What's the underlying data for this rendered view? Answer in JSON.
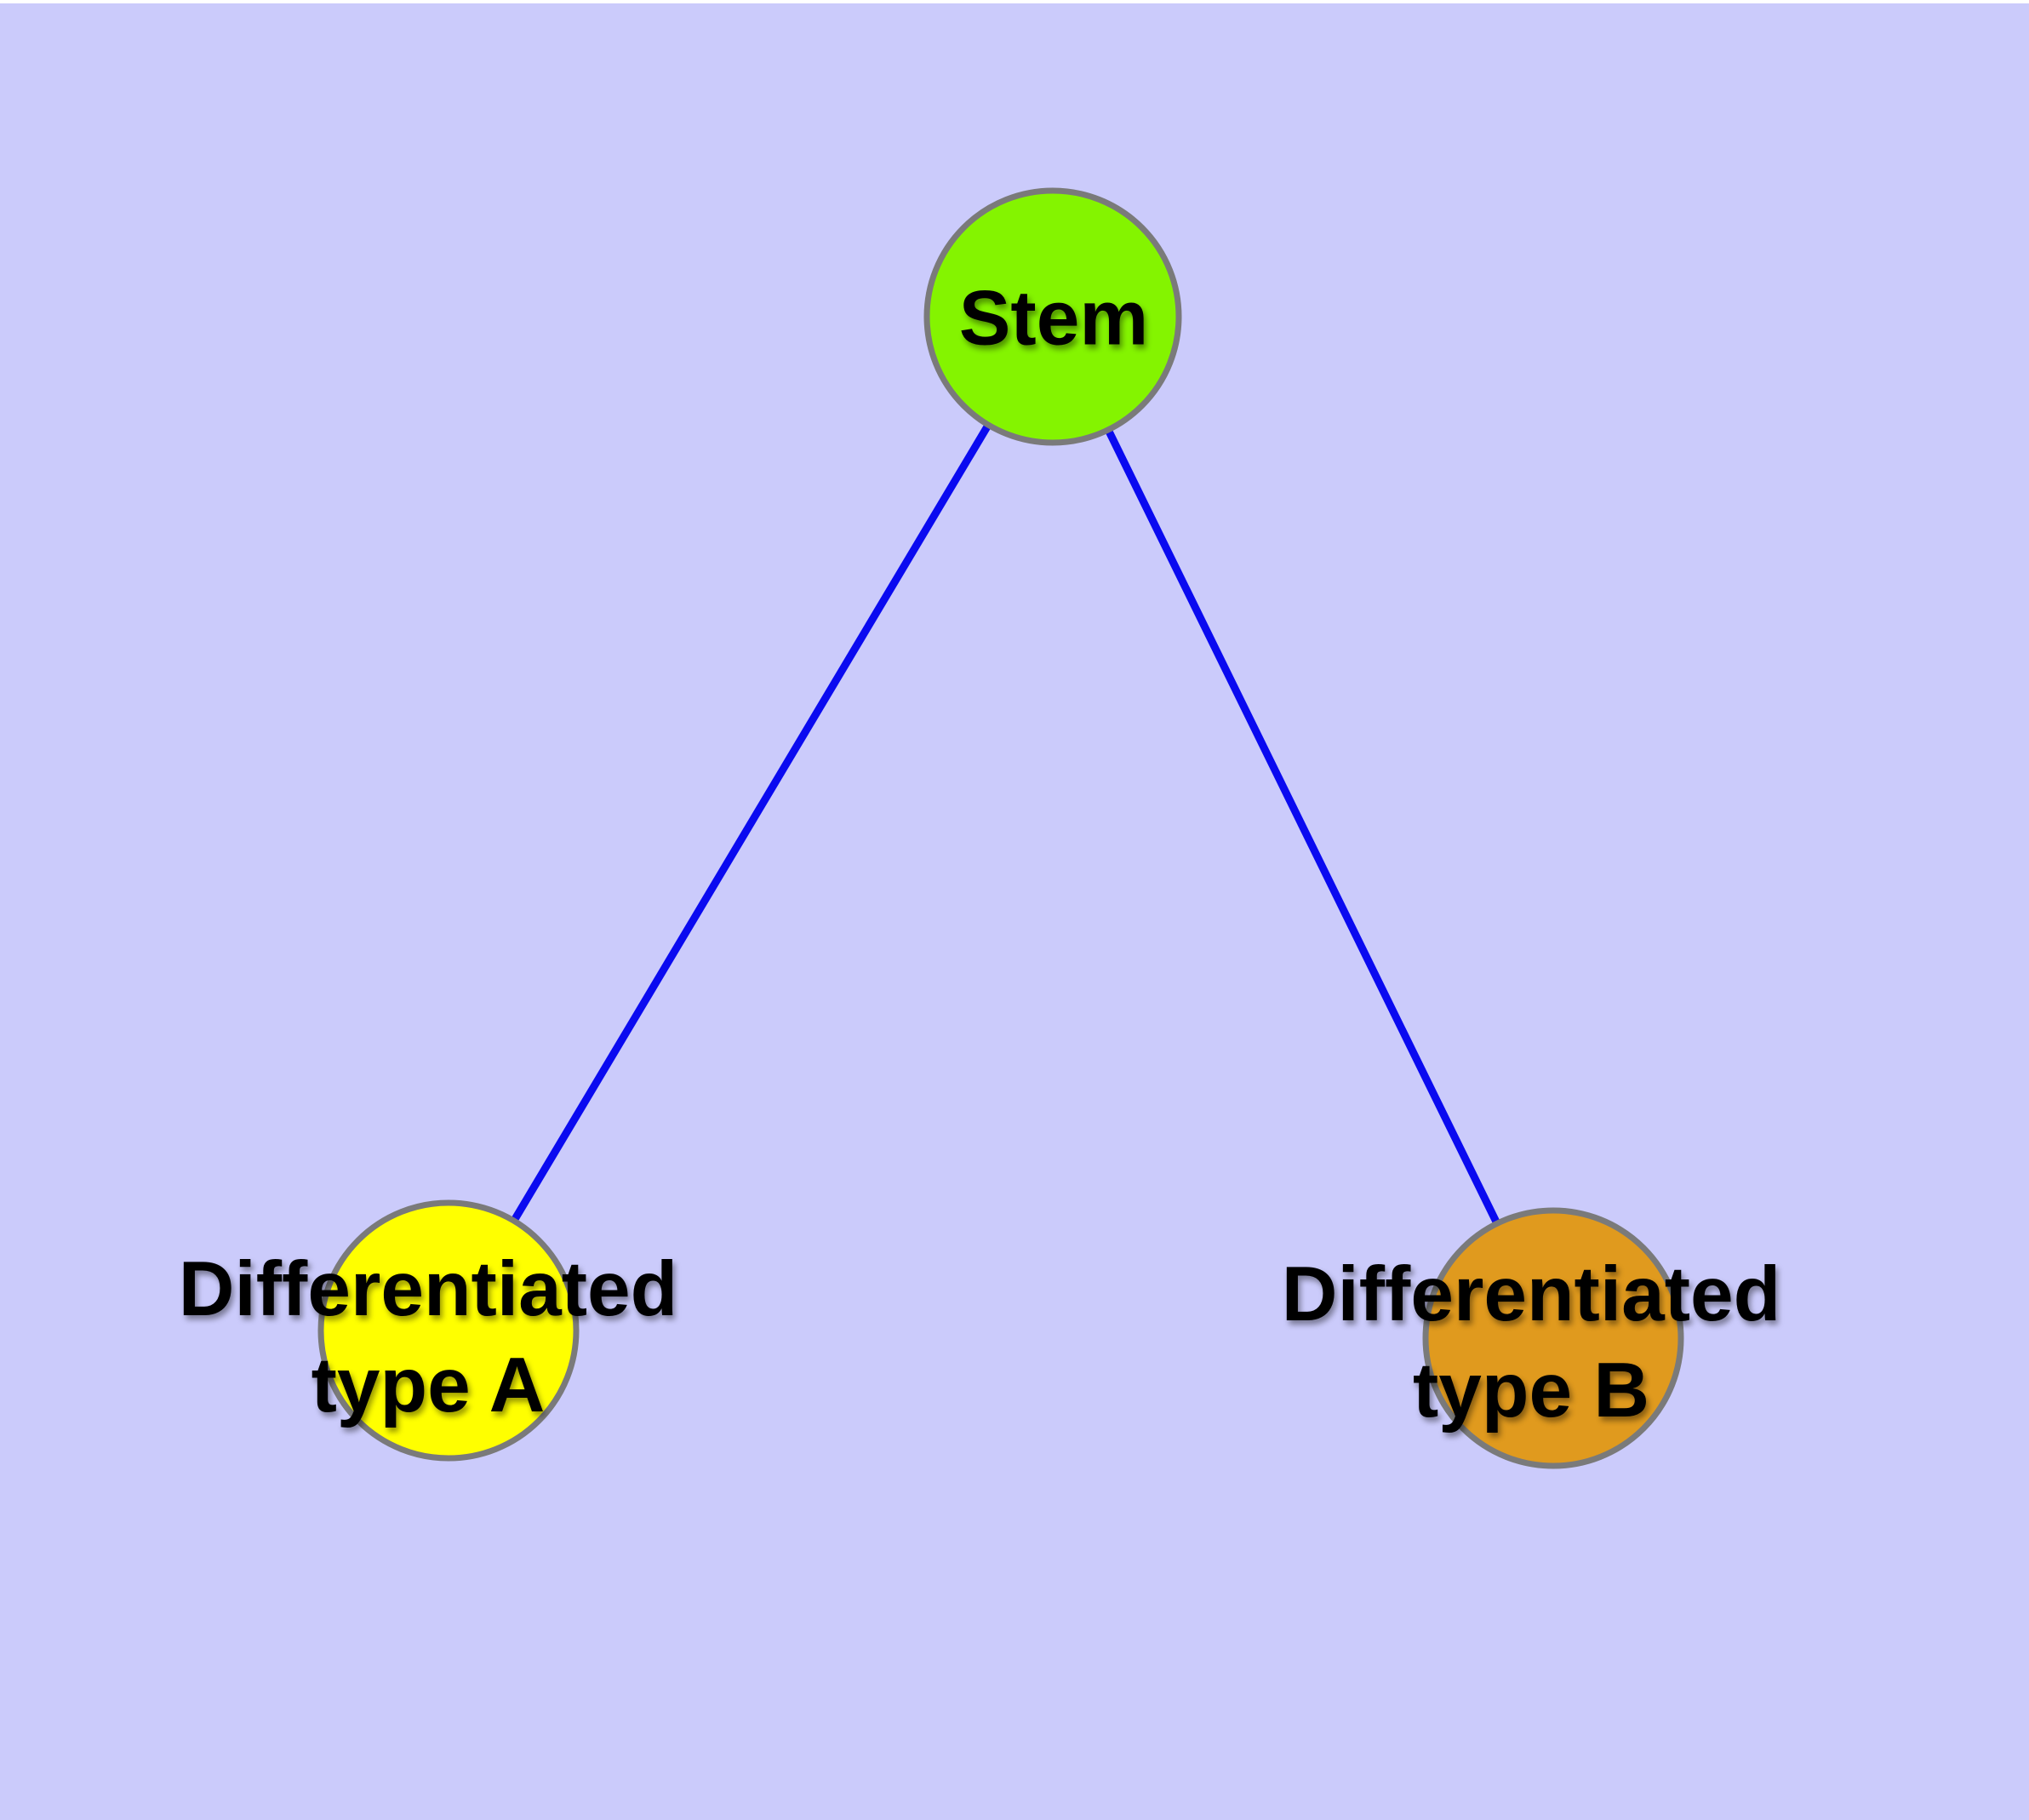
{
  "diagram": {
    "background_color": "#cbcbfb",
    "top_edge_color": "#ffffff",
    "edge_color": "#0a0af0",
    "node_border_color": "#7a7a7a",
    "text_color": "#000000",
    "nodes": {
      "stem": {
        "label": "Stem",
        "fill": "#84f400"
      },
      "type_a": {
        "label_line1": "Differentiated",
        "label_line2": "type A",
        "fill": "#ffff00"
      },
      "type_b": {
        "label_line1": "Differentiated",
        "label_line2": "type B",
        "fill": "#e09a1e"
      }
    },
    "edges": [
      {
        "from": "stem",
        "to": "type_a"
      },
      {
        "from": "stem",
        "to": "type_b"
      }
    ]
  }
}
